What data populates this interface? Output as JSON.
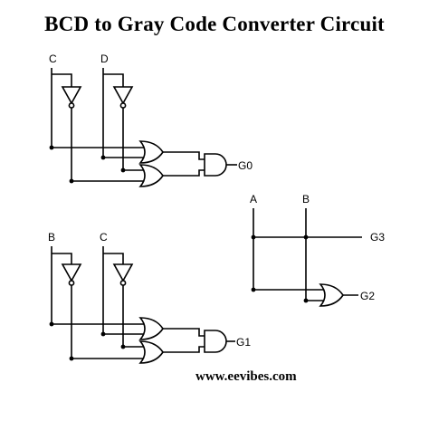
{
  "title": "BCD to Gray Code Converter Circuit",
  "website": "www.eevibes.com",
  "circuit_top": {
    "input_left": "C",
    "input_right": "D",
    "output": "G0"
  },
  "circuit_bottom": {
    "input_left": "B",
    "input_right": "C",
    "output": "G1"
  },
  "circuit_right": {
    "input_a": "A",
    "input_b": "B",
    "output_g3": "G3",
    "output_g2": "G2"
  }
}
